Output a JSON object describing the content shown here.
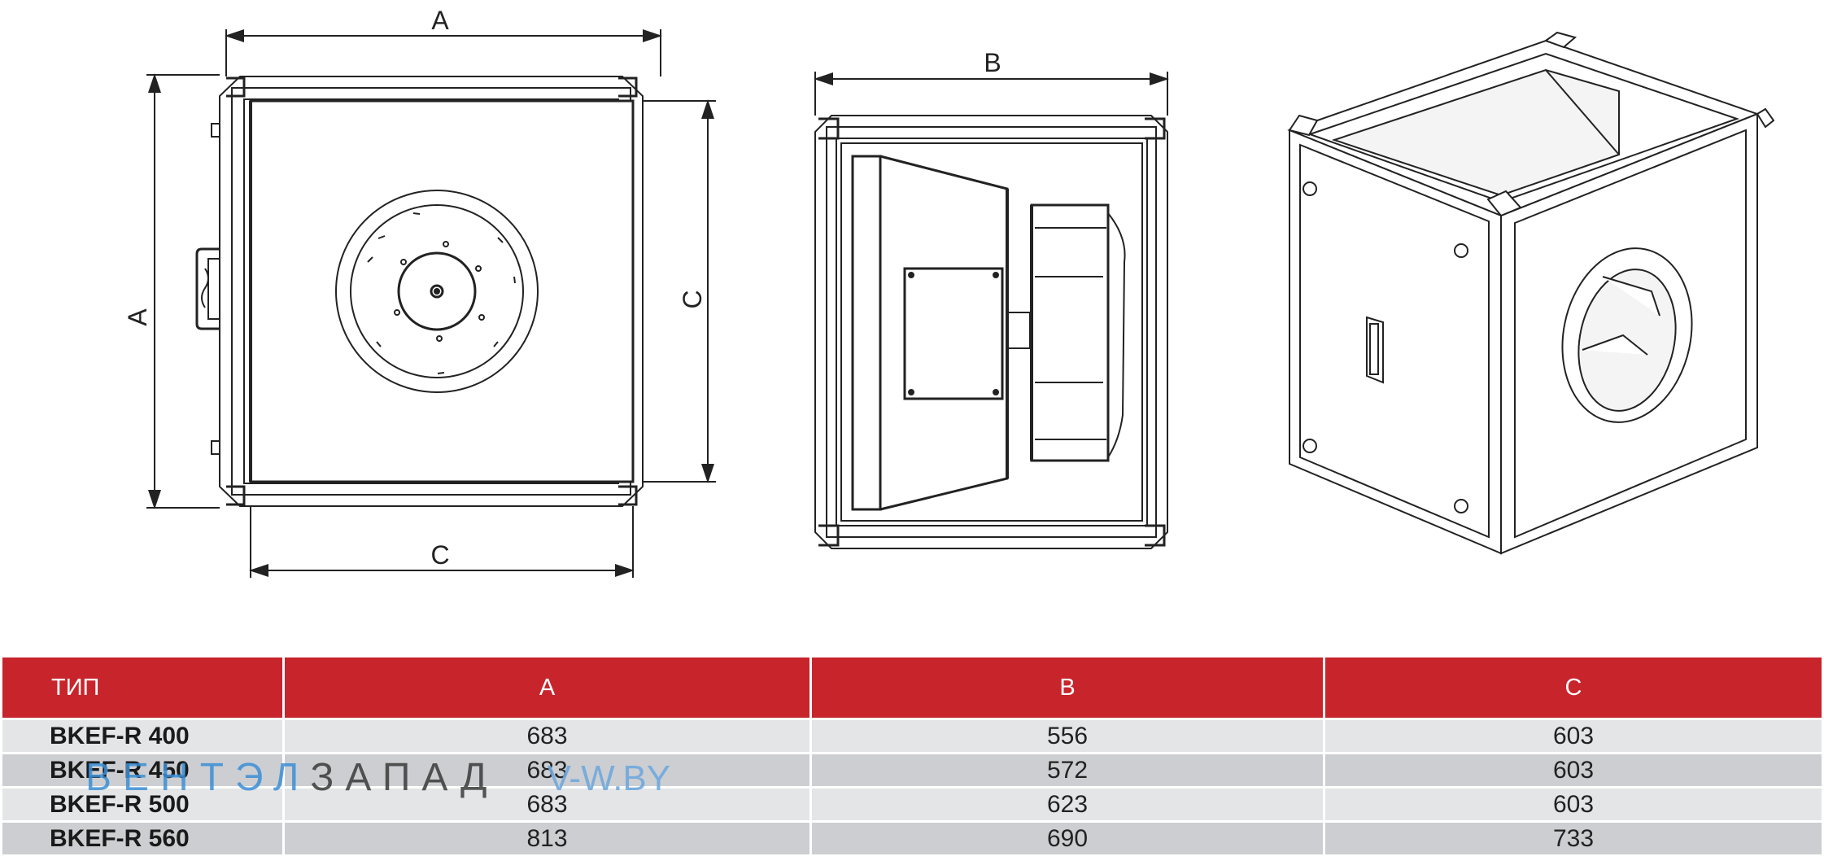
{
  "dimensions": {
    "front_top": "A",
    "front_left": "A",
    "front_right": "C",
    "front_bottom": "C",
    "side_top": "B"
  },
  "table": {
    "headers": [
      "ТИП",
      "A",
      "B",
      "C"
    ],
    "rows": [
      [
        "BKEF-R 400",
        "683",
        "556",
        "603"
      ],
      [
        "BKEF-R 450",
        "683",
        "572",
        "603"
      ],
      [
        "BKEF-R 500",
        "683",
        "623",
        "603"
      ],
      [
        "BKEF-R 560",
        "813",
        "690",
        "733"
      ]
    ]
  },
  "watermark": {
    "part1": "ВЕНТЭЛ",
    "part2": "ЗАПАД",
    "part3": "V-W.BY"
  },
  "colors": {
    "header_bg": "#c8242b",
    "row_light": "#e4e5e7",
    "row_dark": "#cdced1"
  }
}
